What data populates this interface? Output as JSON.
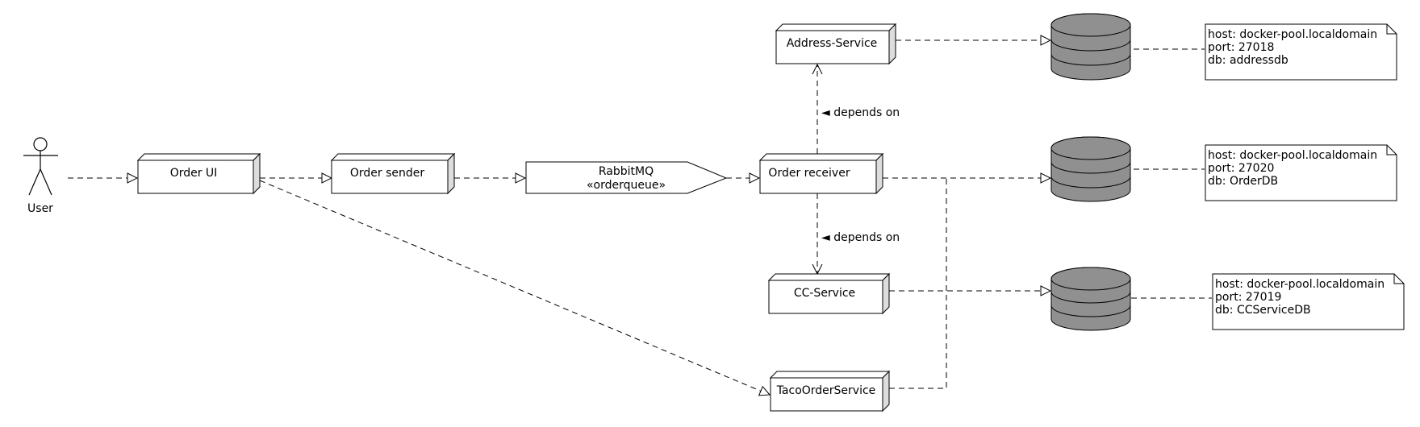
{
  "actor": {
    "label": "User"
  },
  "nodes": {
    "order_ui": "Order UI",
    "order_sender": "Order sender",
    "rabbitmq_name": "RabbitMQ",
    "rabbitmq_stereotype": "«orderqueue»",
    "order_receiver": "Order receiver",
    "address_service": "Address-Service",
    "cc_service": "CC-Service",
    "taco_order_service": "TacoOrderService"
  },
  "relations": {
    "depends_on_address": "◄ depends on",
    "depends_on_cc": "◄ depends on"
  },
  "notes": {
    "address_db": {
      "host": "host: docker-pool.localdomain",
      "port": "port: 27018",
      "db": "db: addressdb"
    },
    "order_db": {
      "host": "host: docker-pool.localdomain",
      "port": "port: 27020",
      "db": "db: OrderDB"
    },
    "ccservice_db": {
      "host": "host: docker-pool.localdomain",
      "port": "port: 27019",
      "db": "db: CCServiceDB"
    }
  },
  "colors": {
    "node_fill": "#ffffff",
    "node_side": "#dddddd",
    "database_fill": "#909090",
    "stroke": "#000000"
  }
}
